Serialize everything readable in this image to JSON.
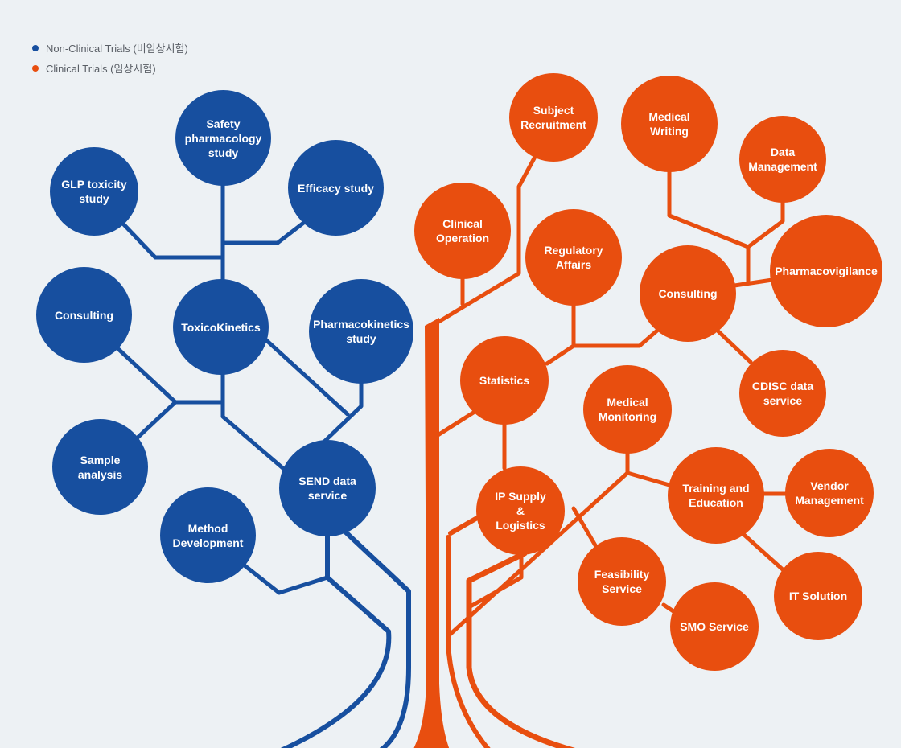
{
  "colors": {
    "nonclinical": "#174f9f",
    "clinical": "#e84e0f",
    "background": "#edf1f4"
  },
  "legend": {
    "nonclinical": "Non-Clinical Trials (비임상시험)",
    "clinical": "Clinical Trials (임상시험)"
  },
  "nonclinical_nodes": {
    "glp": "GLP toxicity\nstudy",
    "safety": "Safety\npharmacology\nstudy",
    "efficacy": "Efficacy study",
    "consulting": "Consulting",
    "toxicokinetics": "ToxicoKinetics",
    "pharmacokinetics": "Pharmacokinetics\nstudy",
    "sample": "Sample analysis",
    "send": "SEND data\nservice",
    "method": "Method\nDevelopment"
  },
  "clinical_nodes": {
    "subject": "Subject\nRecruitment",
    "writing": "Medical\nWriting",
    "datamgmt": "Data\nManagement",
    "operation": "Clinical\nOperation",
    "regulatory": "Regulatory\nAffairs",
    "consulting": "Consulting",
    "pv": "Pharmacovigilance",
    "statistics": "Statistics",
    "cdisc": "CDISC data\nservice",
    "monitoring": "Medical\nMonitoring",
    "ipsupply": "IP Supply\n&\nLogistics",
    "training": "Training and\nEducation",
    "vendor": "Vendor\nManagement",
    "feasibility": "Feasibility\nService",
    "itsolution": "IT Solution",
    "smo": "SMO Service"
  }
}
